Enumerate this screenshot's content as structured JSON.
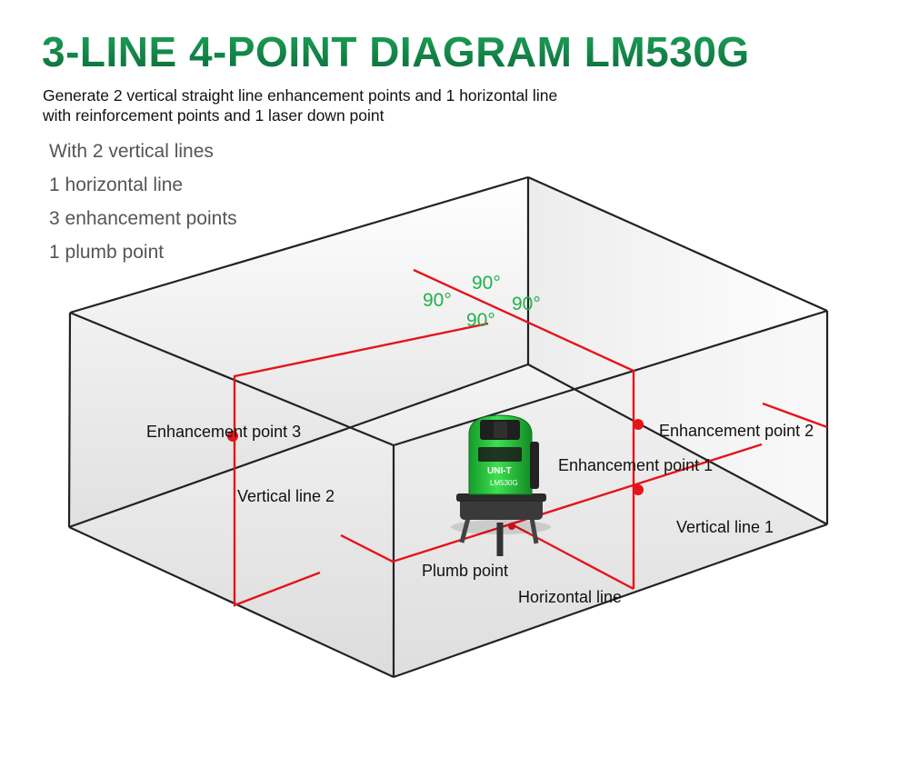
{
  "title": "3-LINE 4-POINT DIAGRAM LM530G",
  "subtitle_line1": "Generate 2 vertical straight line enhancement points and 1 horizontal line",
  "subtitle_line2": "with reinforcement points and 1 laser down point",
  "features": [
    "With 2 vertical lines",
    "1 horizontal line",
    "3 enhancement points",
    "1 plumb point"
  ],
  "angles": [
    "90°",
    "90°",
    "90°",
    "90°"
  ],
  "labels": {
    "enhancement_point_3": "Enhancement point 3",
    "enhancement_point_2": "Enhancement point 2",
    "enhancement_point_1": "Enhancement point 1",
    "vertical_line_2": "Vertical line 2",
    "vertical_line_1": "Vertical line 1",
    "plumb_point": "Plumb point",
    "horizontal_line": "Horizontal line"
  },
  "device": {
    "brand": "UNI-T",
    "model": "LM530G"
  },
  "colors": {
    "laser": "#e5141b",
    "angle_text": "#22b14c",
    "title": "#0f8a4a",
    "device": "#27c23f"
  }
}
